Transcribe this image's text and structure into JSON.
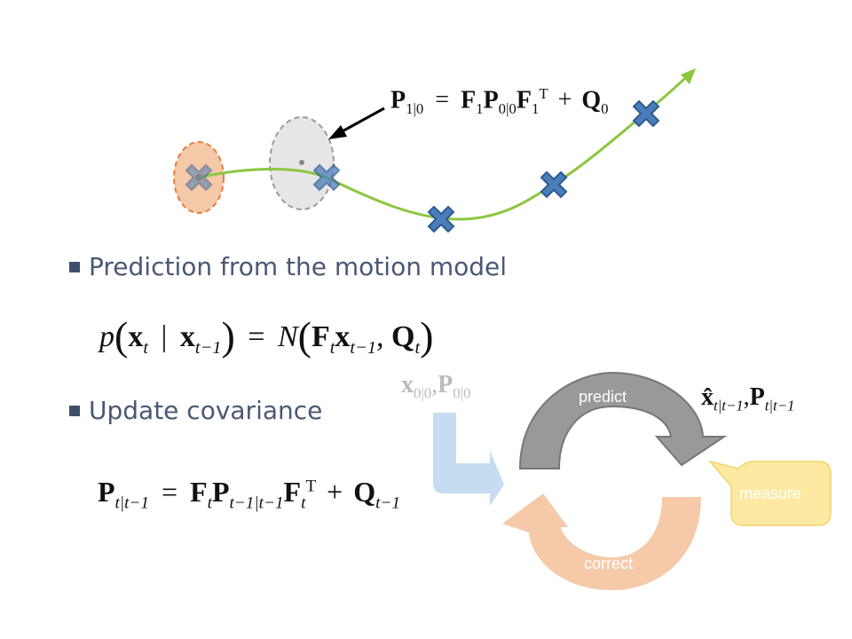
{
  "bullets": {
    "prediction": "Prediction from the motion model",
    "update": "Update covariance"
  },
  "equations": {
    "top": {
      "P": "P",
      "P_sub": "1|0",
      "eq": "=",
      "F1": "F",
      "F1_sub": "1",
      "P0": "P",
      "P0_sub": "0|0",
      "F1t": "F",
      "F1t_sub": "1",
      "T": "T",
      "plus": "+",
      "Q": "Q",
      "Q_sub": "0"
    },
    "motion": {
      "p": "p",
      "open": "(",
      "x": "x",
      "x_sub": "t",
      "bar": "|",
      "x2": "x",
      "x2_sub": "t−1",
      "close": ")",
      "eq": "=",
      "N": "N",
      "open2": "(",
      "F": "F",
      "F_sub": "t",
      "x3": "x",
      "x3_sub": "t−1",
      "comma": ",",
      "Q": "Q",
      "Q_sub": "t",
      "close2": ")"
    },
    "cov": {
      "P": "P",
      "P_sub": "t|t−1",
      "eq": "=",
      "F": "F",
      "F_sub": "t",
      "P2": "P",
      "P2_sub": "t−1|t−1",
      "F2": "F",
      "F2_sub": "t",
      "T": "T",
      "plus": "+",
      "Q": "Q",
      "Q_sub": "t−1"
    },
    "init": {
      "x": "x",
      "x_sub": "0|0",
      "comma": ",",
      "P": "P",
      "P_sub": "0|0"
    },
    "pred_out": {
      "xhat": "x̂",
      "x_sub": "t|t−1",
      "comma": ",",
      "P": "P",
      "P_sub": "t|t−1"
    }
  },
  "cycle": {
    "predict": "predict",
    "measure": "measure",
    "correct": "correct"
  },
  "colors": {
    "trajectory": "#8cc63f",
    "marker_fill": "#4a7ebb",
    "marker_stroke": "#2e5a8e",
    "prior_ellipse": "#f4c9a8",
    "prior_ellipse_stroke": "#e87d3e",
    "pred_ellipse": "#e6e6e6",
    "pred_ellipse_stroke": "#9a9a9a",
    "predict_arrow": "#999999",
    "correct_arrow": "#f6c9a9",
    "measure_box": "#fde9a2",
    "init_arrow": "#c6dcf0"
  }
}
